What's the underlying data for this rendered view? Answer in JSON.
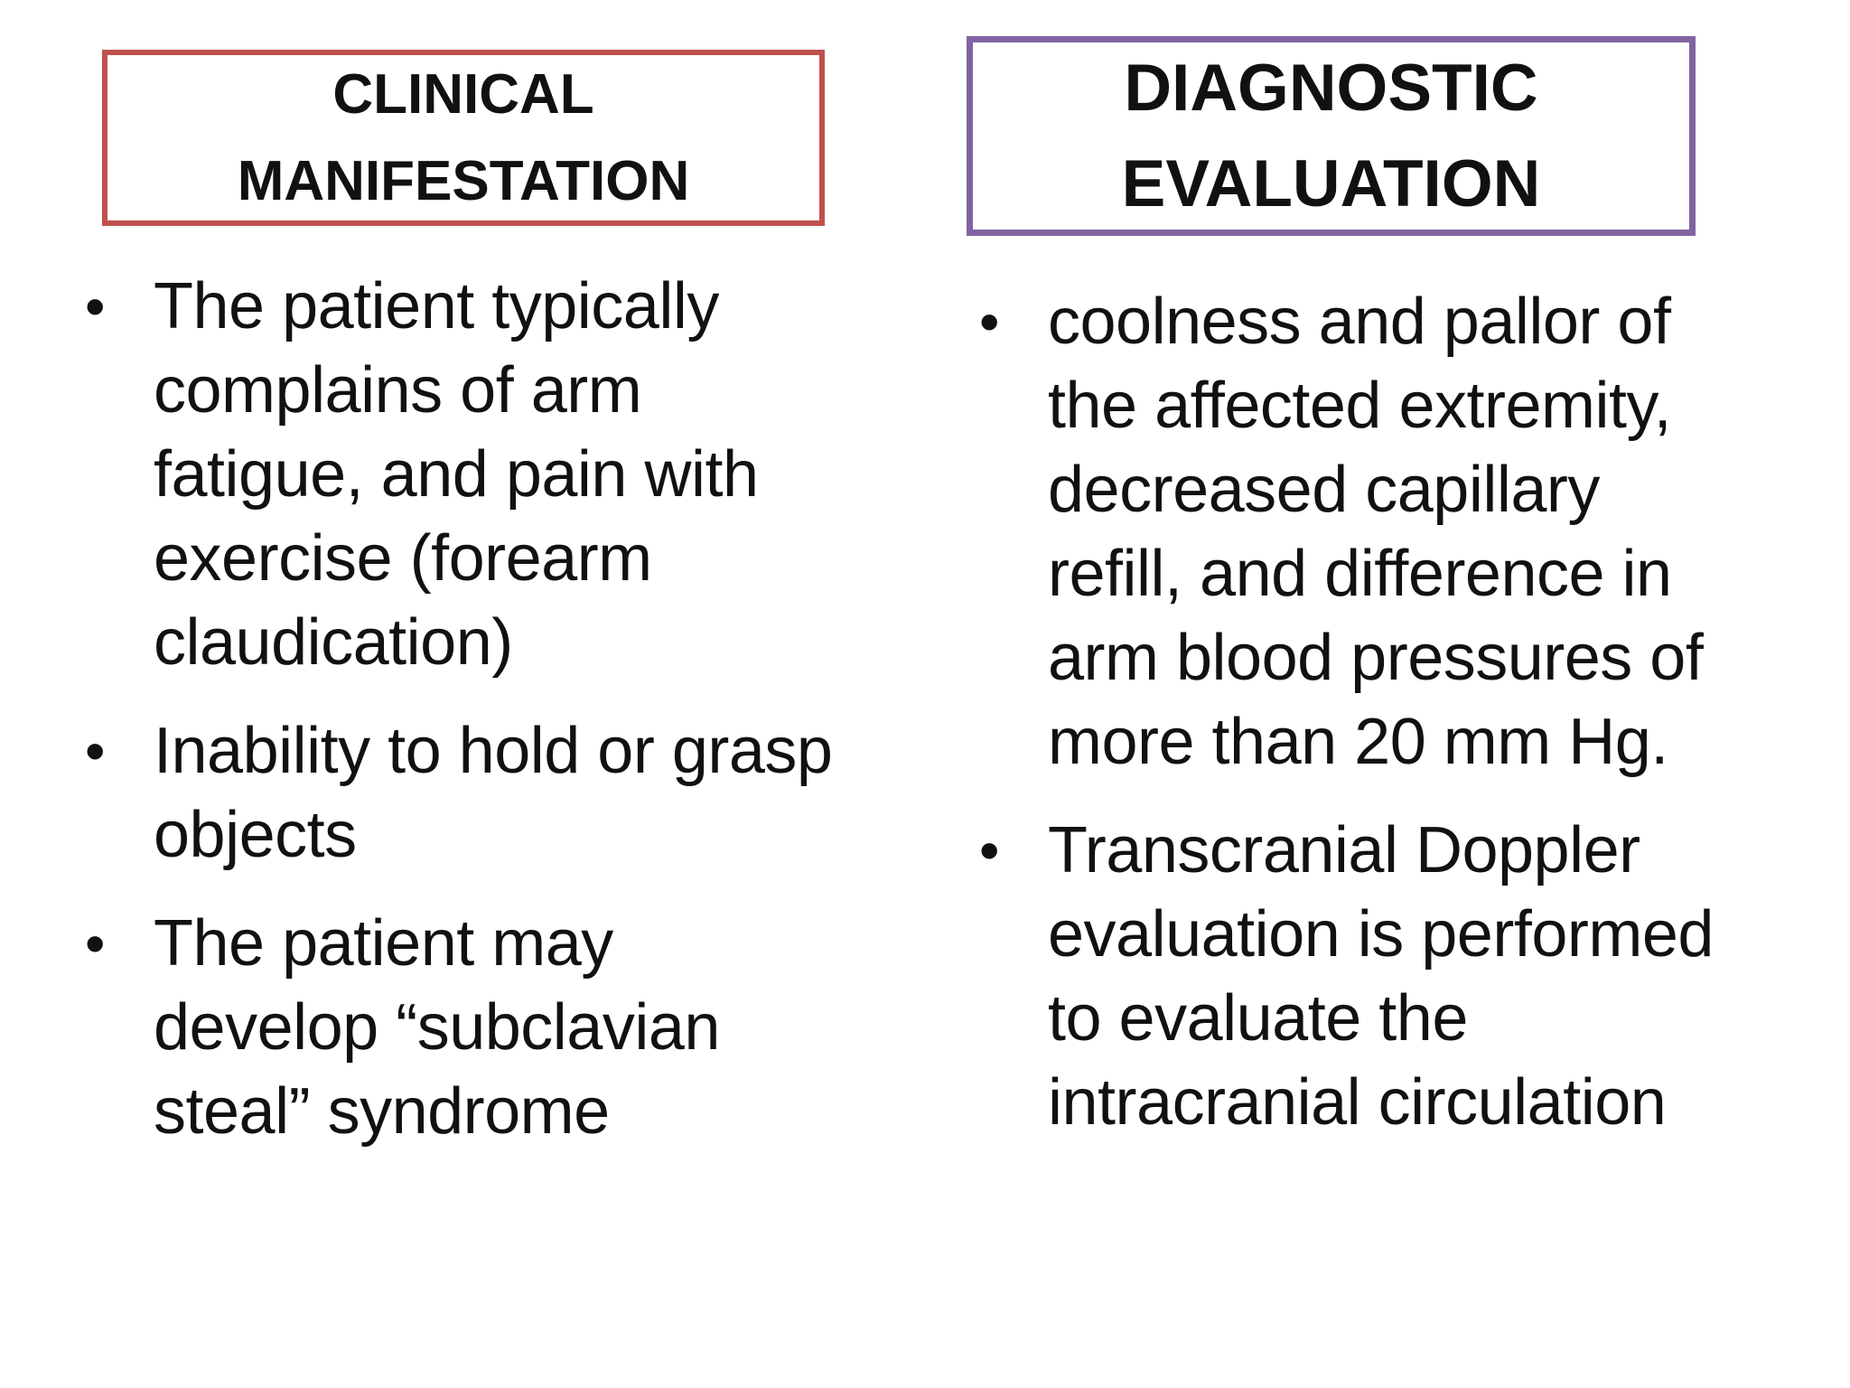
{
  "slide": {
    "bullet_glyph": "•",
    "colors": {
      "background": "#ffffff",
      "text": "#111111",
      "left_border": "#c0504d",
      "right_border": "#8064a2"
    }
  },
  "left_panel": {
    "title": "CLINICAL MANIFESTATION",
    "bullets": [
      "The patient typically\ncomplains of arm\nfatigue, and pain with\nexercise (forearm\nclaudication)",
      "Inability to hold or grasp\nobjects",
      "The patient may\ndevelop “subclavian\nsteal” syndrome"
    ]
  },
  "right_panel": {
    "title": "DIAGNOSTIC EVALUATION",
    "bullets": [
      "coolness and pallor of\nthe affected extremity,\ndecreased capillary\nrefill, and difference in\narm blood pressures of\nmore than 20 mm Hg.",
      "Transcranial Doppler\nevaluation is performed\nto evaluate the\nintracranial circulation"
    ]
  }
}
